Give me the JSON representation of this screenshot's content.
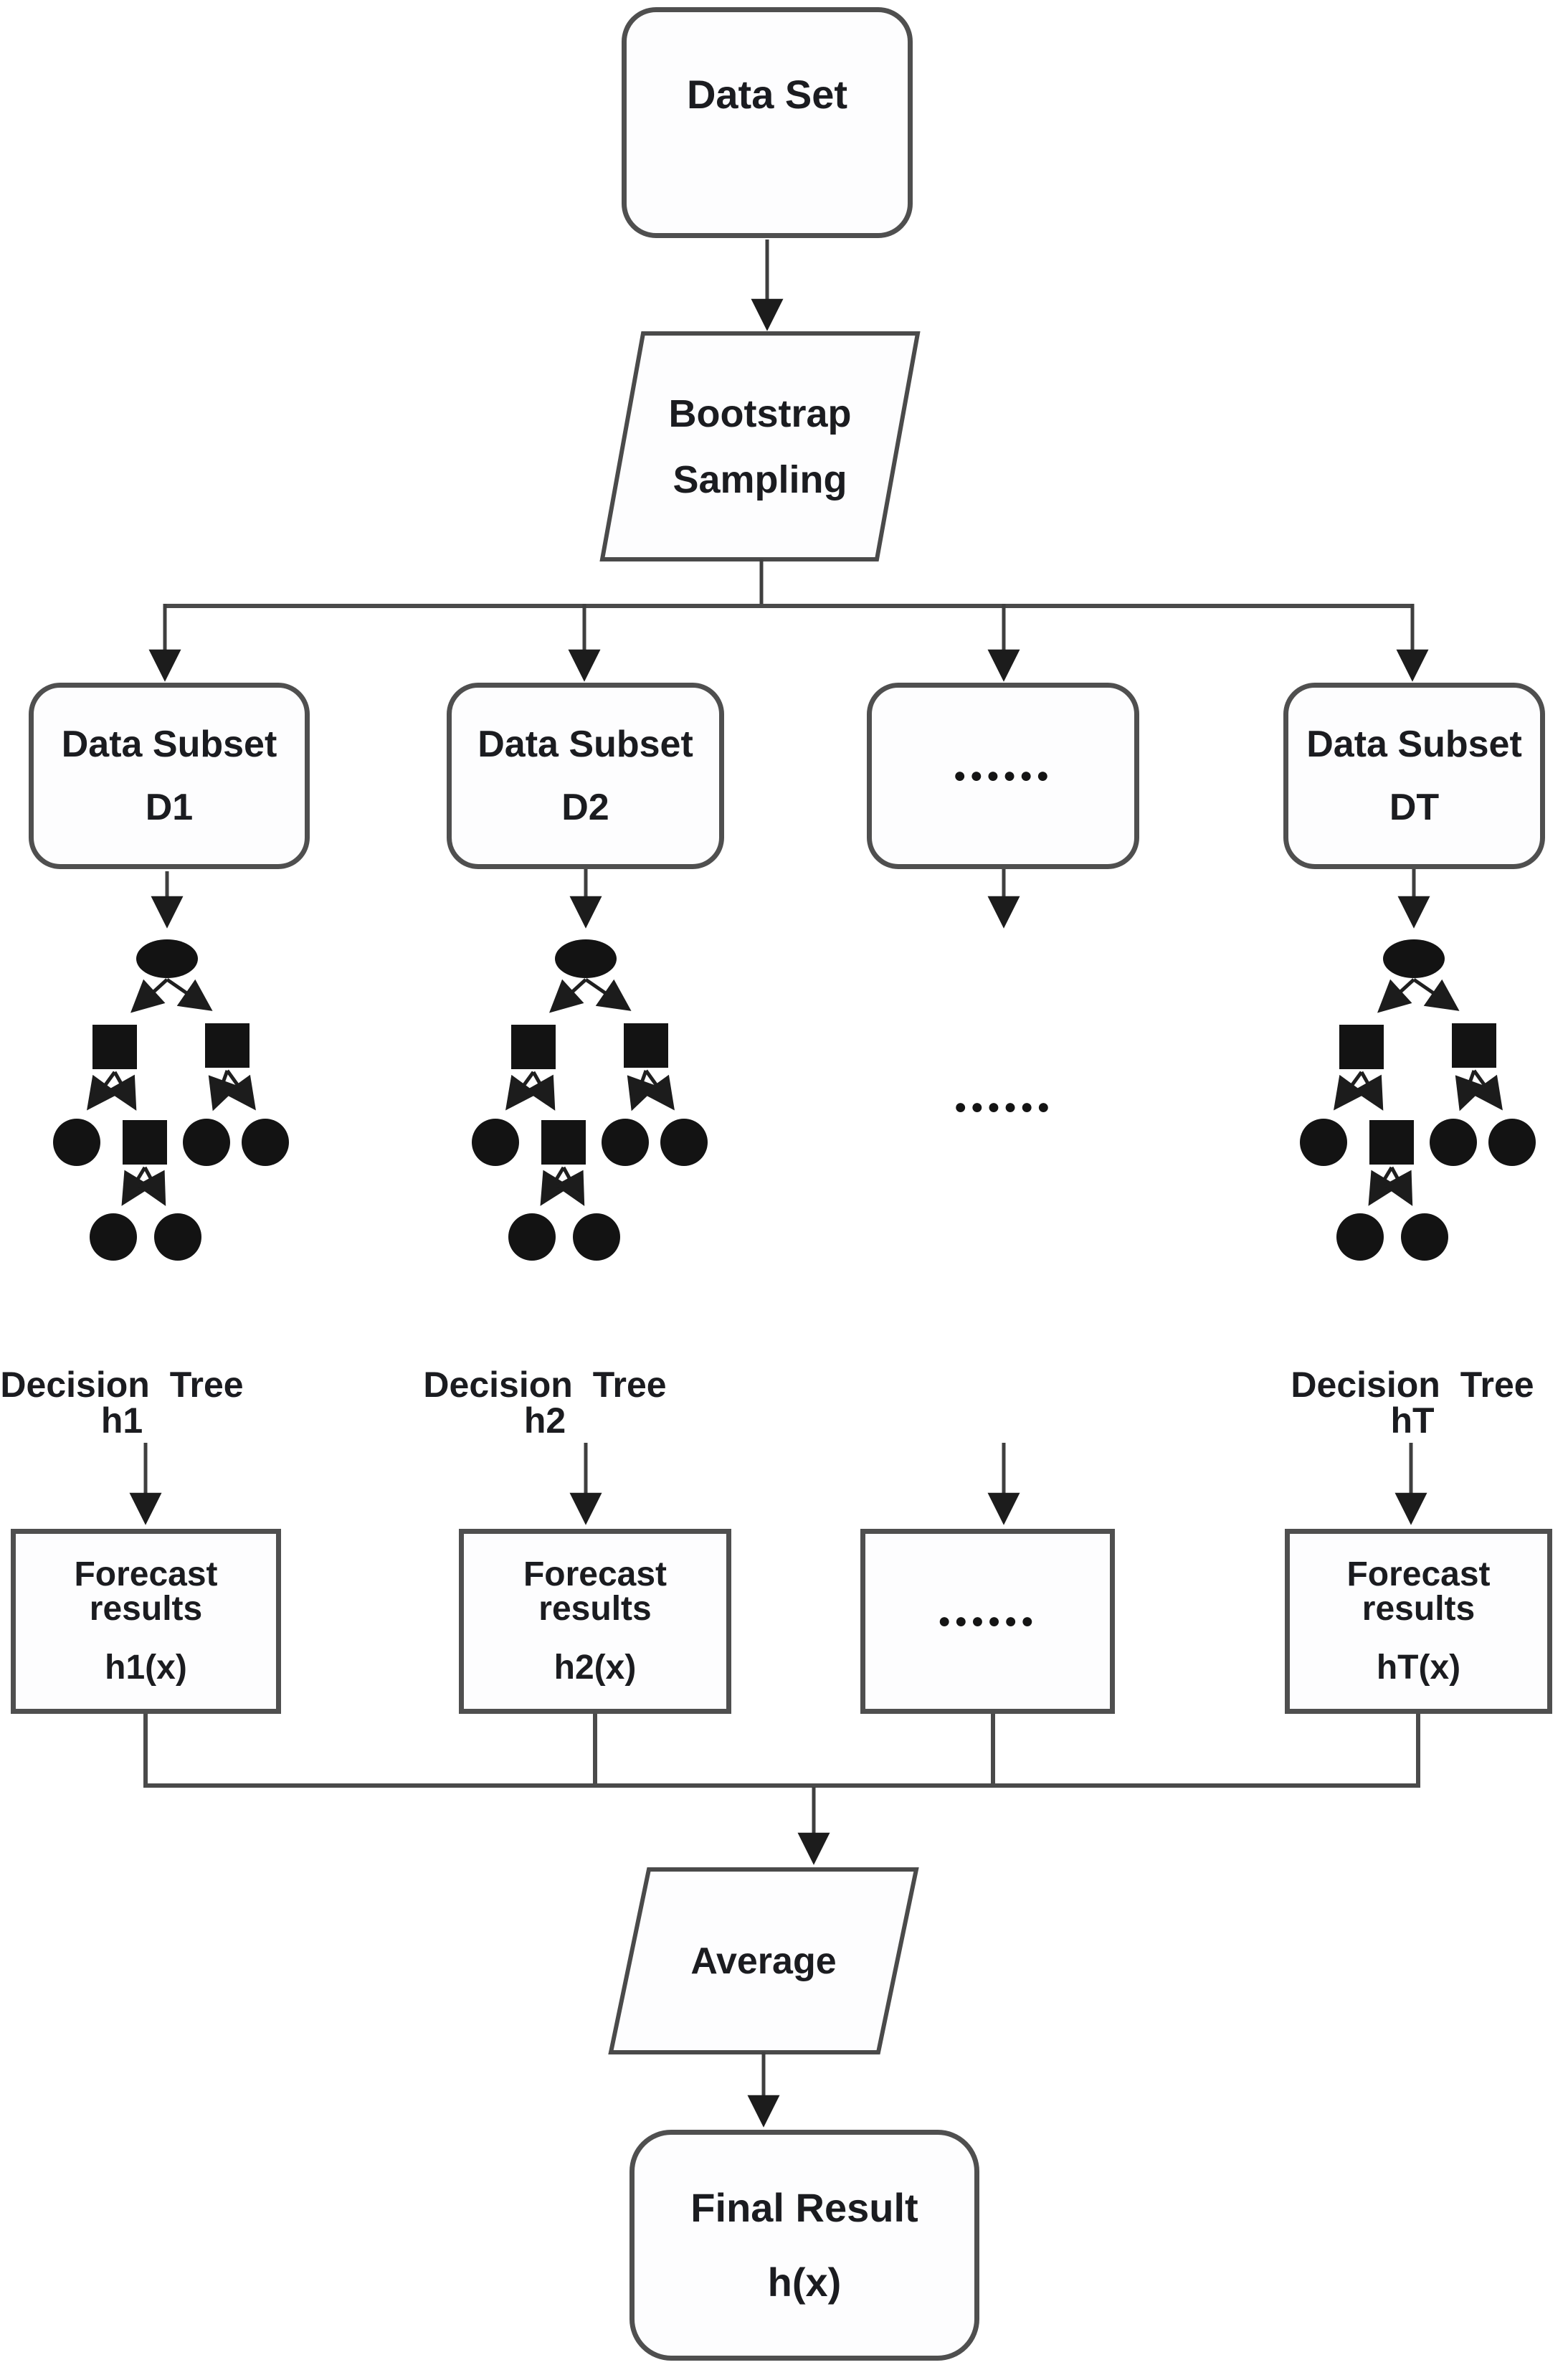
{
  "figure": {
    "dataset": {
      "label": "Data Set"
    },
    "bootstrap": {
      "line1": "Bootstrap",
      "line2": "Sampling"
    },
    "subsets": [
      {
        "line1": "Data Subset",
        "line2": "D1"
      },
      {
        "line1": "Data Subset",
        "line2": "D2"
      },
      {
        "dots": "●●●●●●"
      },
      {
        "line1": "Data Subset",
        "line2": "DT"
      }
    ],
    "tree_dots": "●●●●●●",
    "tree_labels": [
      {
        "label": "Decision Tree h1"
      },
      {
        "label": "Decision Tree h2"
      },
      {
        "label": "Decision Tree hT"
      }
    ],
    "forecasts": [
      {
        "line1": "Forecast results",
        "line2": "h1(x)"
      },
      {
        "line1": "Forecast results",
        "line2": "h2(x)"
      },
      {
        "dots": "●●●●●●"
      },
      {
        "line1": "Forecast results",
        "line2": "hT(x)"
      }
    ],
    "average": {
      "label": "Average"
    },
    "final": {
      "line1": "Final Result",
      "line2": "h(x)"
    },
    "colors": {
      "line": "#4a4a4a",
      "arrow": "#1c1c1c",
      "node_fill": "#111111",
      "text": "#1b1c20",
      "background": "#ffffff"
    }
  }
}
